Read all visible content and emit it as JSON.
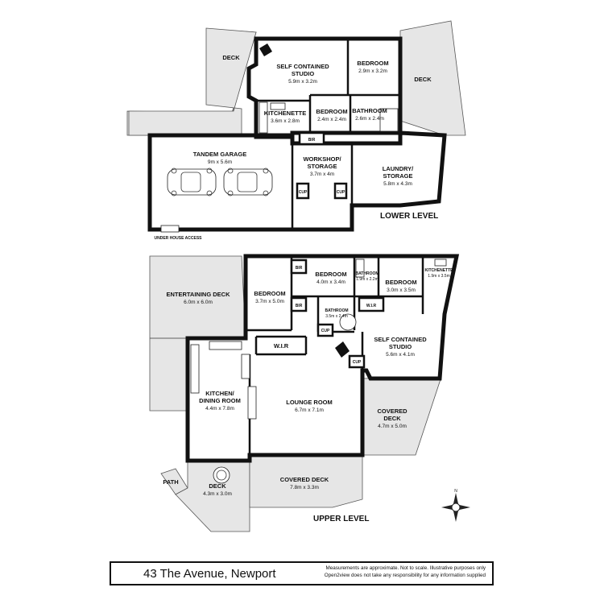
{
  "lower_level": {
    "level_label": "LOWER LEVEL",
    "rooms": {
      "deck_left": {
        "name": "DECK"
      },
      "studio": {
        "name": "SELF CONTAINED STUDIO",
        "line1": "SELF CONTAINED",
        "line2": "STUDIO",
        "dims": "5.9m x 3.2m"
      },
      "bedroom_top": {
        "name": "BEDROOM",
        "dims": "2.9m x 3.2m"
      },
      "deck_right": {
        "name": "DECK"
      },
      "kitchenette": {
        "name": "KITCHENETTE",
        "dims": "3.6m x 2.8m"
      },
      "bedroom_small": {
        "name": "BEDROOM",
        "dims": "2.4m x 2.4m"
      },
      "bathroom": {
        "name": "BATHROOM",
        "dims": "2.6m x 2.4m"
      },
      "bir": {
        "name": "BIR"
      },
      "garage": {
        "name": "TANDEM GARAGE",
        "dims": "9m x 5.6m"
      },
      "workshop": {
        "name": "WORKSHOP/ STORAGE",
        "line1": "WORKSHOP/",
        "line2": "STORAGE",
        "dims": "3.7m x 4m"
      },
      "laundry": {
        "name": "LAUNDRY/ STORAGE",
        "line1": "LAUNDRY/",
        "line2": "STORAGE",
        "dims": "5.8m x 4.3m"
      },
      "cup1": {
        "name": "CUP"
      },
      "cup2": {
        "name": "CUP"
      }
    },
    "under_house_access": "UNDER HOUSE ACCESS"
  },
  "upper_level": {
    "level_label": "UPPER LEVEL",
    "rooms": {
      "entertaining_deck": {
        "name": "ENTERTAINING DECK",
        "dims": "6.0m x 6.0m"
      },
      "bedroom_left": {
        "name": "BEDROOM",
        "dims": "3.7m x 5.0m"
      },
      "bir_top": {
        "name": "BIR"
      },
      "bir_bottom": {
        "name": "BIR"
      },
      "bedroom_mid": {
        "name": "BEDROOM",
        "dims": "4.0m x 3.4m"
      },
      "bathroom_small": {
        "name": "BATHROOM",
        "dims": "1.9m x 2.2m"
      },
      "bedroom_right": {
        "name": "BEDROOM",
        "dims": "3.0m x 3.5m"
      },
      "kitchenette": {
        "name": "KITCHENETTE",
        "dims": "1.9m x 3.5m"
      },
      "bathroom_main": {
        "name": "BATHROOM",
        "dims": "3.5m x 2.4m"
      },
      "wir_right": {
        "name": "W.I.R"
      },
      "wir_left": {
        "name": "W.I.R"
      },
      "cup_a": {
        "name": "CUP"
      },
      "cup_b": {
        "name": "CUP"
      },
      "studio": {
        "name": "SELF CONTAINED STUDIO",
        "line1": "SELF CONTAINED",
        "line2": "STUDIO",
        "dims": "5.6m x 4.1m"
      },
      "kitchen_dining": {
        "name": "KITCHEN/ DINING ROOM",
        "line1": "KITCHEN/",
        "line2": "DINING ROOM",
        "dims": "4.4m x 7.8m"
      },
      "lounge": {
        "name": "LOUNGE ROOM",
        "dims": "6.7m x 7.1m"
      },
      "covered_deck_right": {
        "name": "COVERED DECK",
        "line1": "COVERED",
        "line2": "DECK",
        "dims": "4.7m x 5.0m"
      },
      "covered_deck_bottom": {
        "name": "COVERED DECK",
        "dims": "7.8m x 3.3m"
      },
      "deck": {
        "name": "DECK",
        "dims": "4.3m x 3.0m"
      },
      "path": {
        "name": "PATH"
      }
    }
  },
  "footer": {
    "address": "43 The Avenue, Newport",
    "disclaimer_line1": "Measurements are approximate. Not to scale. Illustrative purposes only",
    "disclaimer_line2": "Open2view does not take any responsibility for any information supplied"
  },
  "colors": {
    "walls": "#111111",
    "deck_fill": "#e6e6e6",
    "background": "#ffffff"
  },
  "icons": {
    "compass": "compass-rose-icon"
  }
}
